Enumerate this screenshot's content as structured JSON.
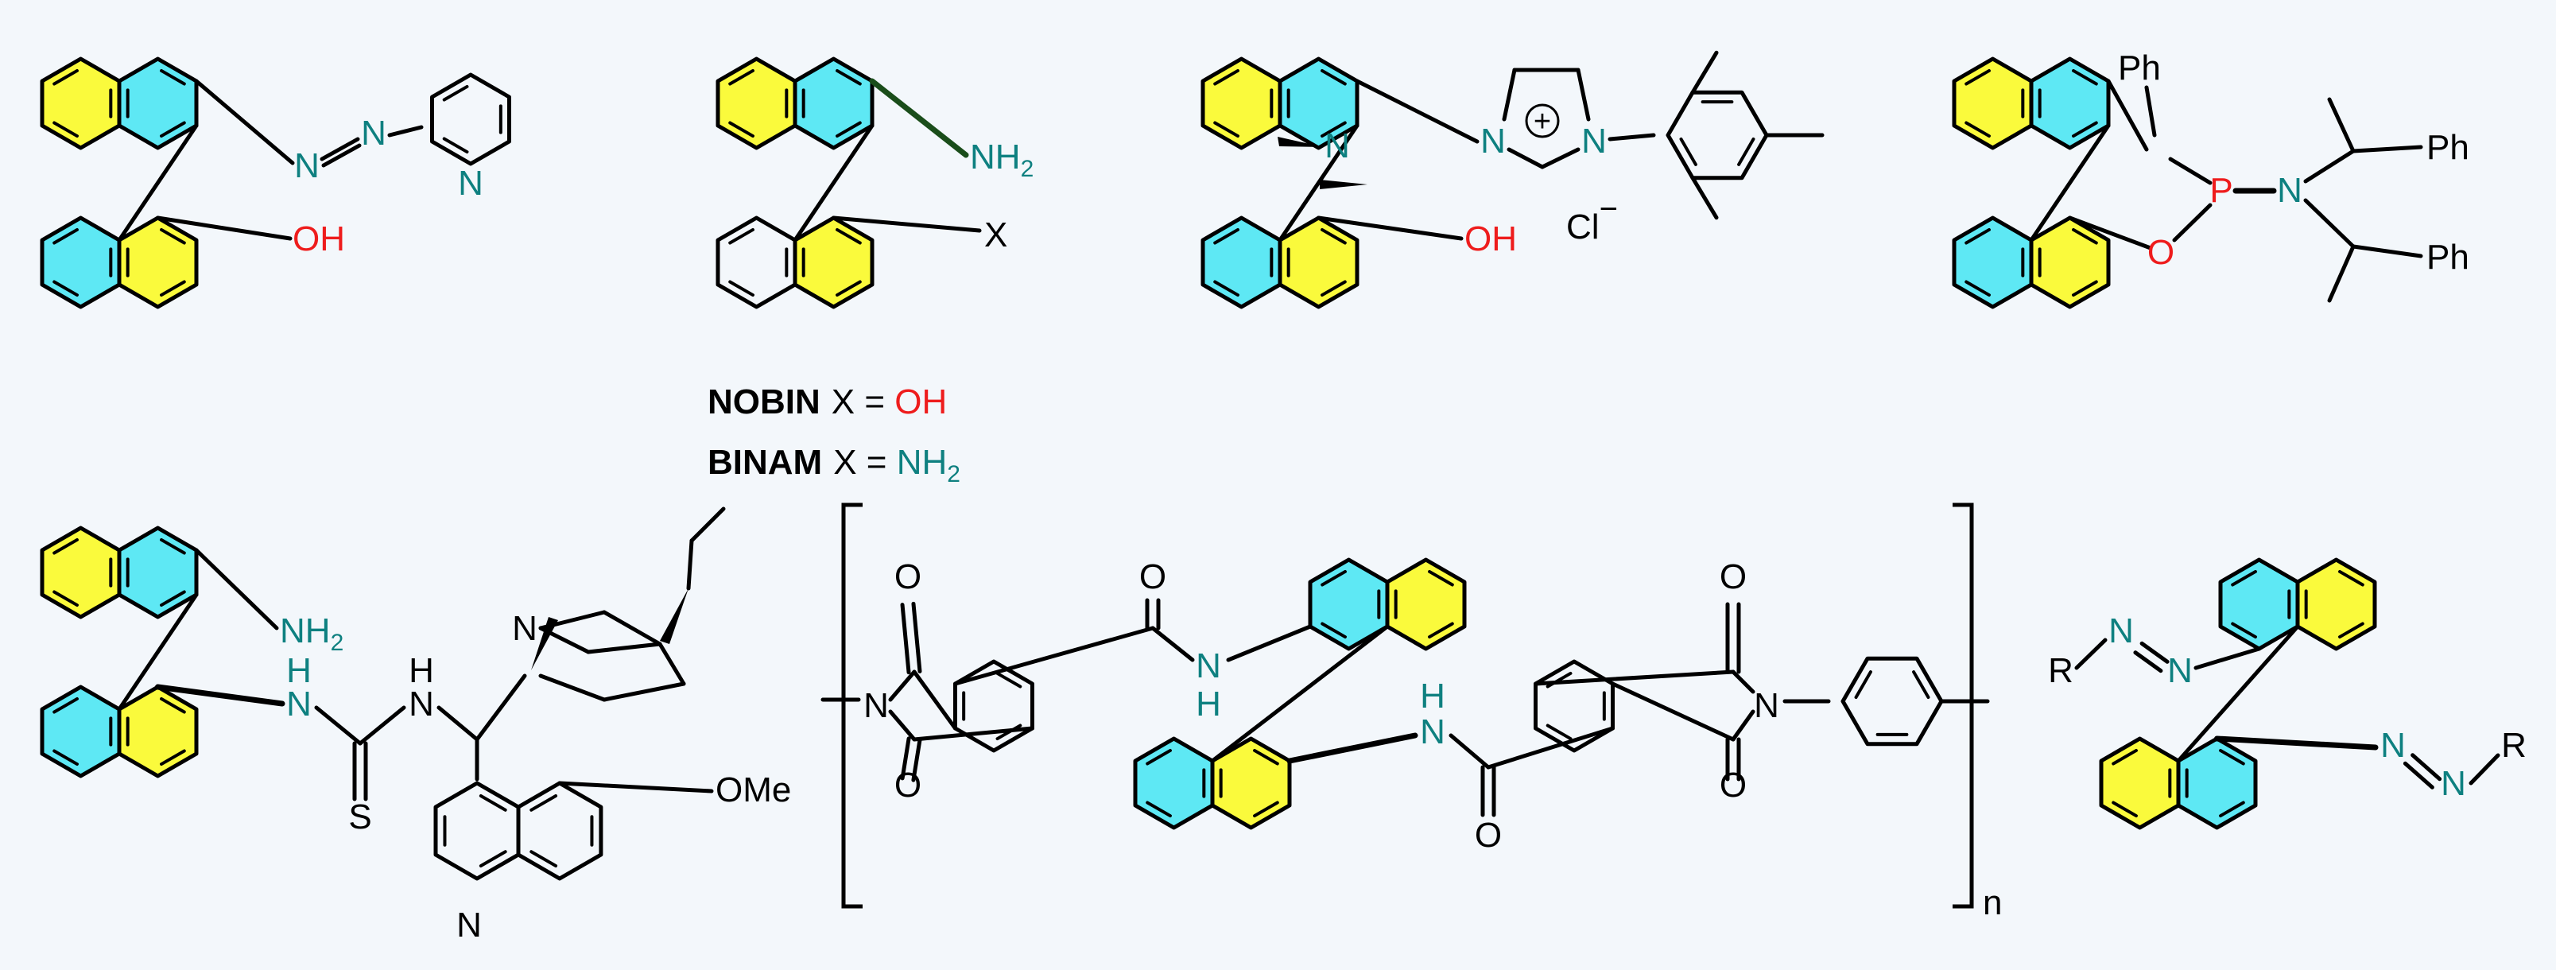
{
  "colors": {
    "background": "#f3f7fb",
    "yellow": "#fafa3c",
    "cyan": "#5ee8f4",
    "bond": "#000000",
    "heteroatom_n": "#0e8080",
    "heteroatom_o": "#ee1c1c",
    "label_black": "#000000"
  },
  "atoms": {
    "nh2": "NH",
    "sub2": "2",
    "oh": "OH",
    "o": "O",
    "n": "N",
    "h": "H",
    "x": "X",
    "p": "P",
    "s": "S",
    "r": "R",
    "ph": "Ph",
    "ome": "OMe",
    "cl": "Cl",
    "minus": "−",
    "plus": "+",
    "n_sub": "n"
  },
  "captions": {
    "nobin_name": "NOBIN",
    "nobin_x": "X = ",
    "nobin_value": "OH",
    "binam_name": "BINAM",
    "binam_x": "X = ",
    "binam_value": "NH",
    "binam_sub": "2"
  }
}
